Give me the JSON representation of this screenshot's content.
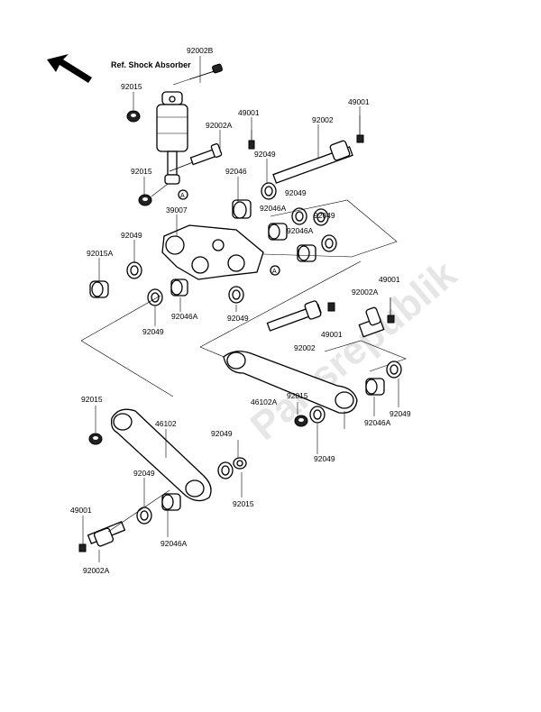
{
  "diagram": {
    "reference_label": "Ref. Shock Absorber",
    "watermark": "Partsrepublik",
    "circle_marker": "A",
    "labels": {
      "l_92002b": "92002B",
      "l_92015_top": "92015",
      "l_49001_a": "49001",
      "l_92002a_top": "92002A",
      "l_92002_top": "92002",
      "l_49001_b": "49001",
      "l_92015_b": "92015",
      "l_92046": "92046",
      "l_92049_a": "92049",
      "l_92049_b": "92049",
      "l_39007": "39007",
      "l_92046a_a": "92046A",
      "l_92049_c": "92049",
      "l_92049_d": "92049",
      "l_92046a_b": "92046A",
      "l_92015a": "92015A",
      "l_92049_e": "92049",
      "l_92046a_c": "92046A",
      "l_92049_f": "92049",
      "l_49001_c": "49001",
      "l_92002a_mid": "92002A",
      "l_49001_d": "49001",
      "l_92002_mid": "92002",
      "l_92015_c": "92015",
      "l_46102a": "46102A",
      "l_92046a_d": "92046A",
      "l_92049_g": "92049",
      "l_92049_h": "92049",
      "l_92015_d": "92015",
      "l_46102": "46102",
      "l_92049_i": "92049",
      "l_92049_j": "92049",
      "l_92015_e": "92015",
      "l_49001_e": "49001",
      "l_92046a_e": "92046A",
      "l_92002a_bot": "92002A"
    }
  }
}
